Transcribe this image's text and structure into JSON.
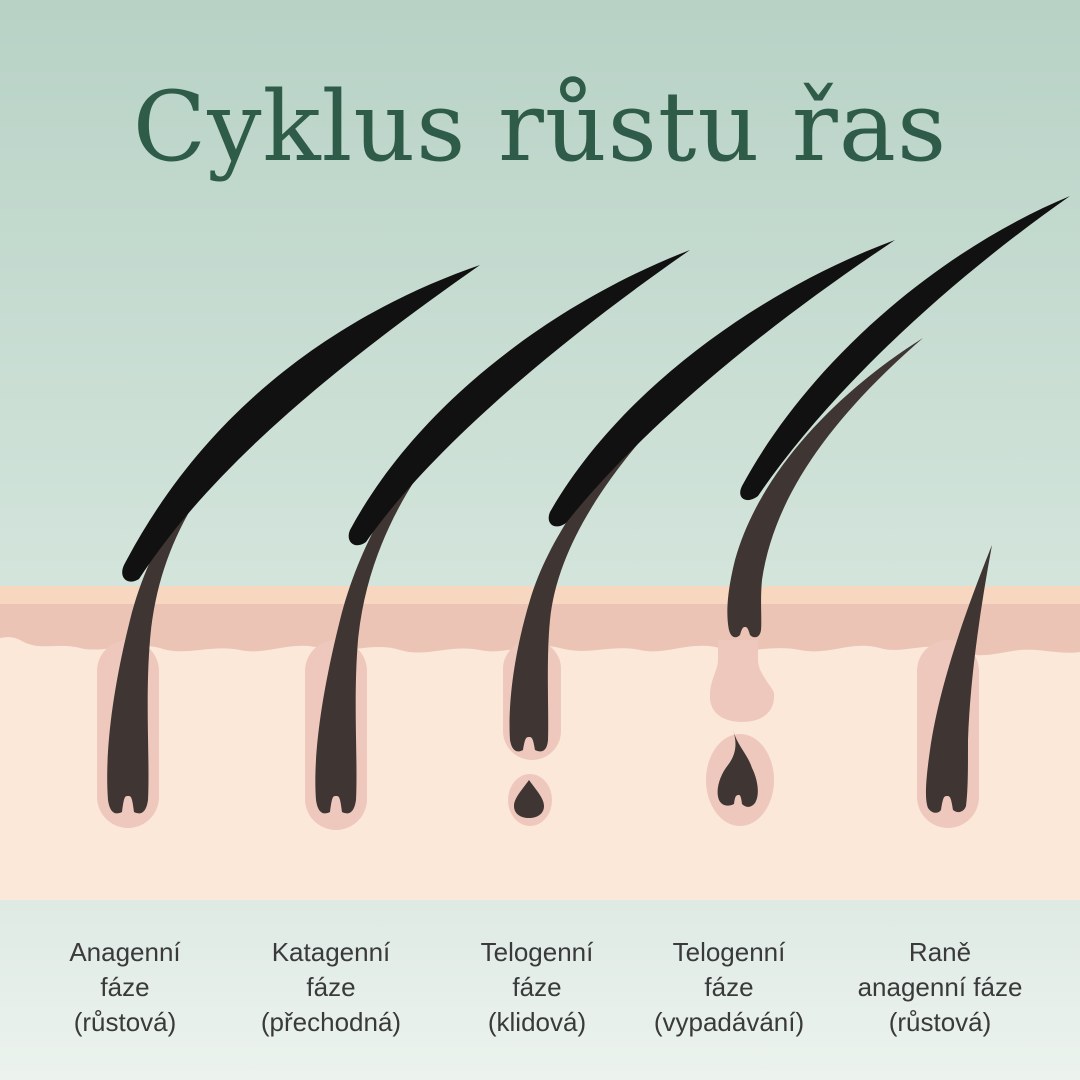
{
  "title": "Cyklus růstu řas",
  "colors": {
    "sky_top": "#b8d2c6",
    "sky_bottom": "#d2e3da",
    "skin_surface": "#f7d7bf",
    "epidermis": "#ebc4b6",
    "dermis": "#fbe8d9",
    "follicle": "#eec8bd",
    "hair": "#3f3532",
    "lash": "#111111",
    "title": "#2f5c48",
    "label_text": "#3a3a3a"
  },
  "phases": [
    {
      "lines": [
        "Anagenní",
        "fáze",
        "(růstová)"
      ]
    },
    {
      "lines": [
        "Katagenní",
        "fáze",
        "(přechodná)"
      ]
    },
    {
      "lines": [
        "Telogenní",
        "fáze",
        "(klidová)"
      ]
    },
    {
      "lines": [
        "Telogenní",
        "fáze",
        "(vypadávání)"
      ]
    },
    {
      "lines": [
        "Raně",
        "anagenní fáze",
        "(růstová)"
      ]
    }
  ]
}
